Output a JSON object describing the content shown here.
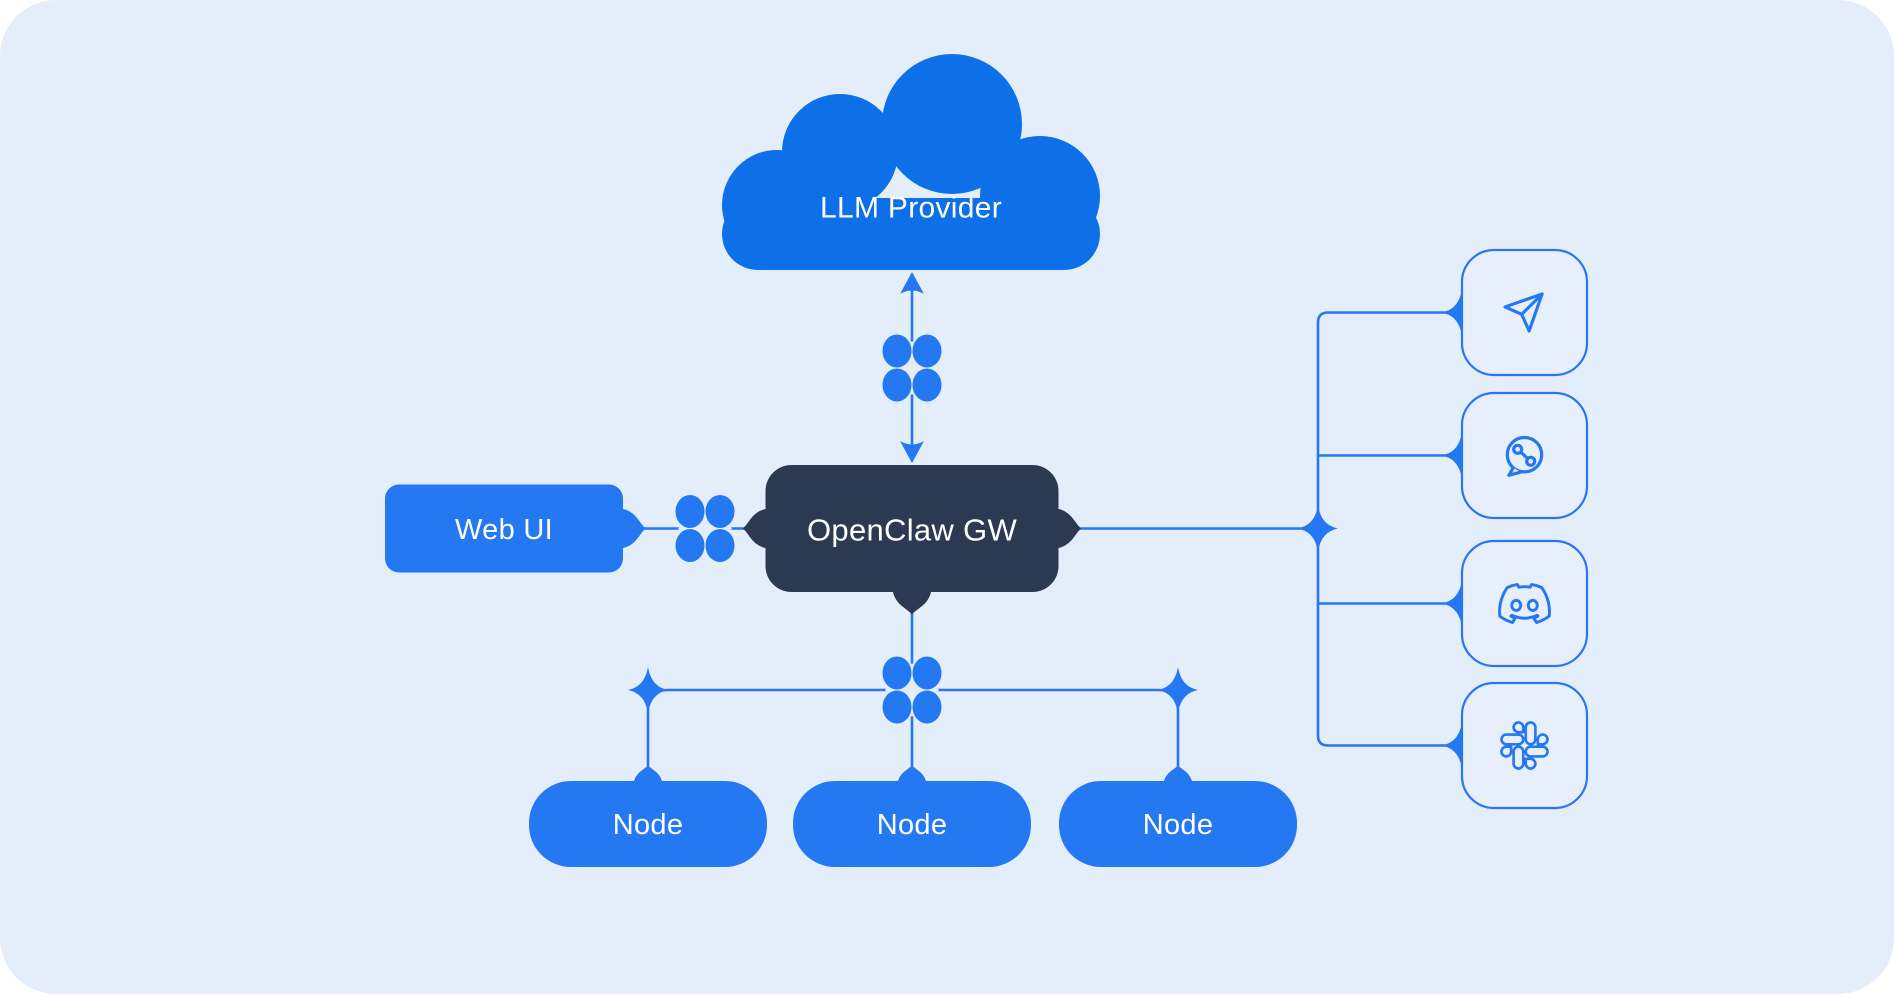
{
  "colors": {
    "background": "#e4edfa",
    "accent": "#2577f2",
    "cloud_blue": "#0e70e9",
    "gateway_navy": "#2b3a52",
    "label_text": "#ffffff"
  },
  "nodes": {
    "llm_provider": {
      "label": "LLM Provider"
    },
    "gateway": {
      "label": "OpenClaw GW"
    },
    "web_ui": {
      "label": "Web UI"
    },
    "workers": [
      {
        "label": "Node"
      },
      {
        "label": "Node"
      },
      {
        "label": "Node"
      }
    ],
    "channels": [
      {
        "name": "Telegram",
        "icon": "telegram-icon"
      },
      {
        "name": "WhatsApp",
        "icon": "whatsapp-icon"
      },
      {
        "name": "Discord",
        "icon": "discord-icon"
      },
      {
        "name": "Slack",
        "icon": "slack-icon"
      }
    ]
  }
}
